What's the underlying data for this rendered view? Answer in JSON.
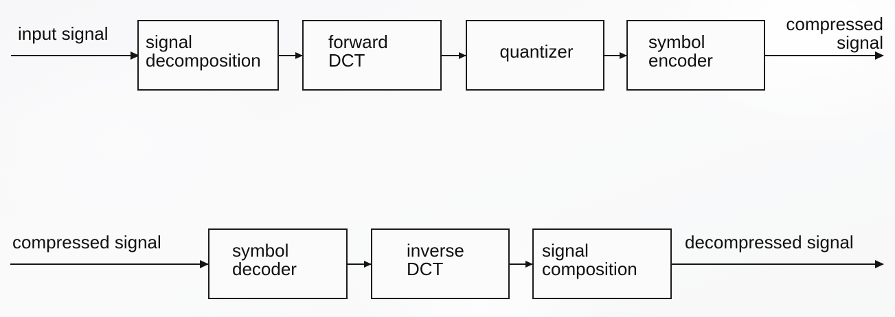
{
  "diagram": {
    "title": "Signal compression and decompression block diagram",
    "type": "flow-block-diagram",
    "colors": {
      "background": "#f9f9fa",
      "stroke": "#1b1b1b",
      "text": "#101010",
      "block_fill": "#fbfbfc"
    },
    "rows": [
      {
        "name": "compression-pipeline",
        "input_label": "input signal",
        "output_label": "compressed\nsignal",
        "blocks": [
          {
            "id": "signal-decomposition",
            "label": "signal\ndecomposition",
            "align": "left"
          },
          {
            "id": "forward-dct",
            "label": "forward\nDCT",
            "align": "left"
          },
          {
            "id": "quantizer",
            "label": "quantizer",
            "align": "center"
          },
          {
            "id": "symbol-encoder",
            "label": "symbol\nencoder",
            "align": "left"
          }
        ]
      },
      {
        "name": "decompression-pipeline",
        "input_label": "compressed signal",
        "output_label": "decompressed signal",
        "blocks": [
          {
            "id": "symbol-decoder",
            "label": "symbol\ndecoder",
            "align": "left"
          },
          {
            "id": "inverse-dct",
            "label": "inverse\nDCT",
            "align": "left"
          },
          {
            "id": "signal-composition",
            "label": "signal\ncomposition",
            "align": "left"
          }
        ]
      }
    ],
    "labels": {
      "input_signal": "input signal",
      "compressed_signal_out": "compressed\nsignal",
      "compressed_signal_in": "compressed signal",
      "decompressed_signal": "decompressed signal",
      "signal_decomposition": "signal\ndecomposition",
      "forward_dct": "forward\nDCT",
      "quantizer": "quantizer",
      "symbol_encoder": "symbol\nencoder",
      "symbol_decoder": "symbol\ndecoder",
      "inverse_dct": "inverse\nDCT",
      "signal_composition": "signal\ncomposition"
    }
  }
}
